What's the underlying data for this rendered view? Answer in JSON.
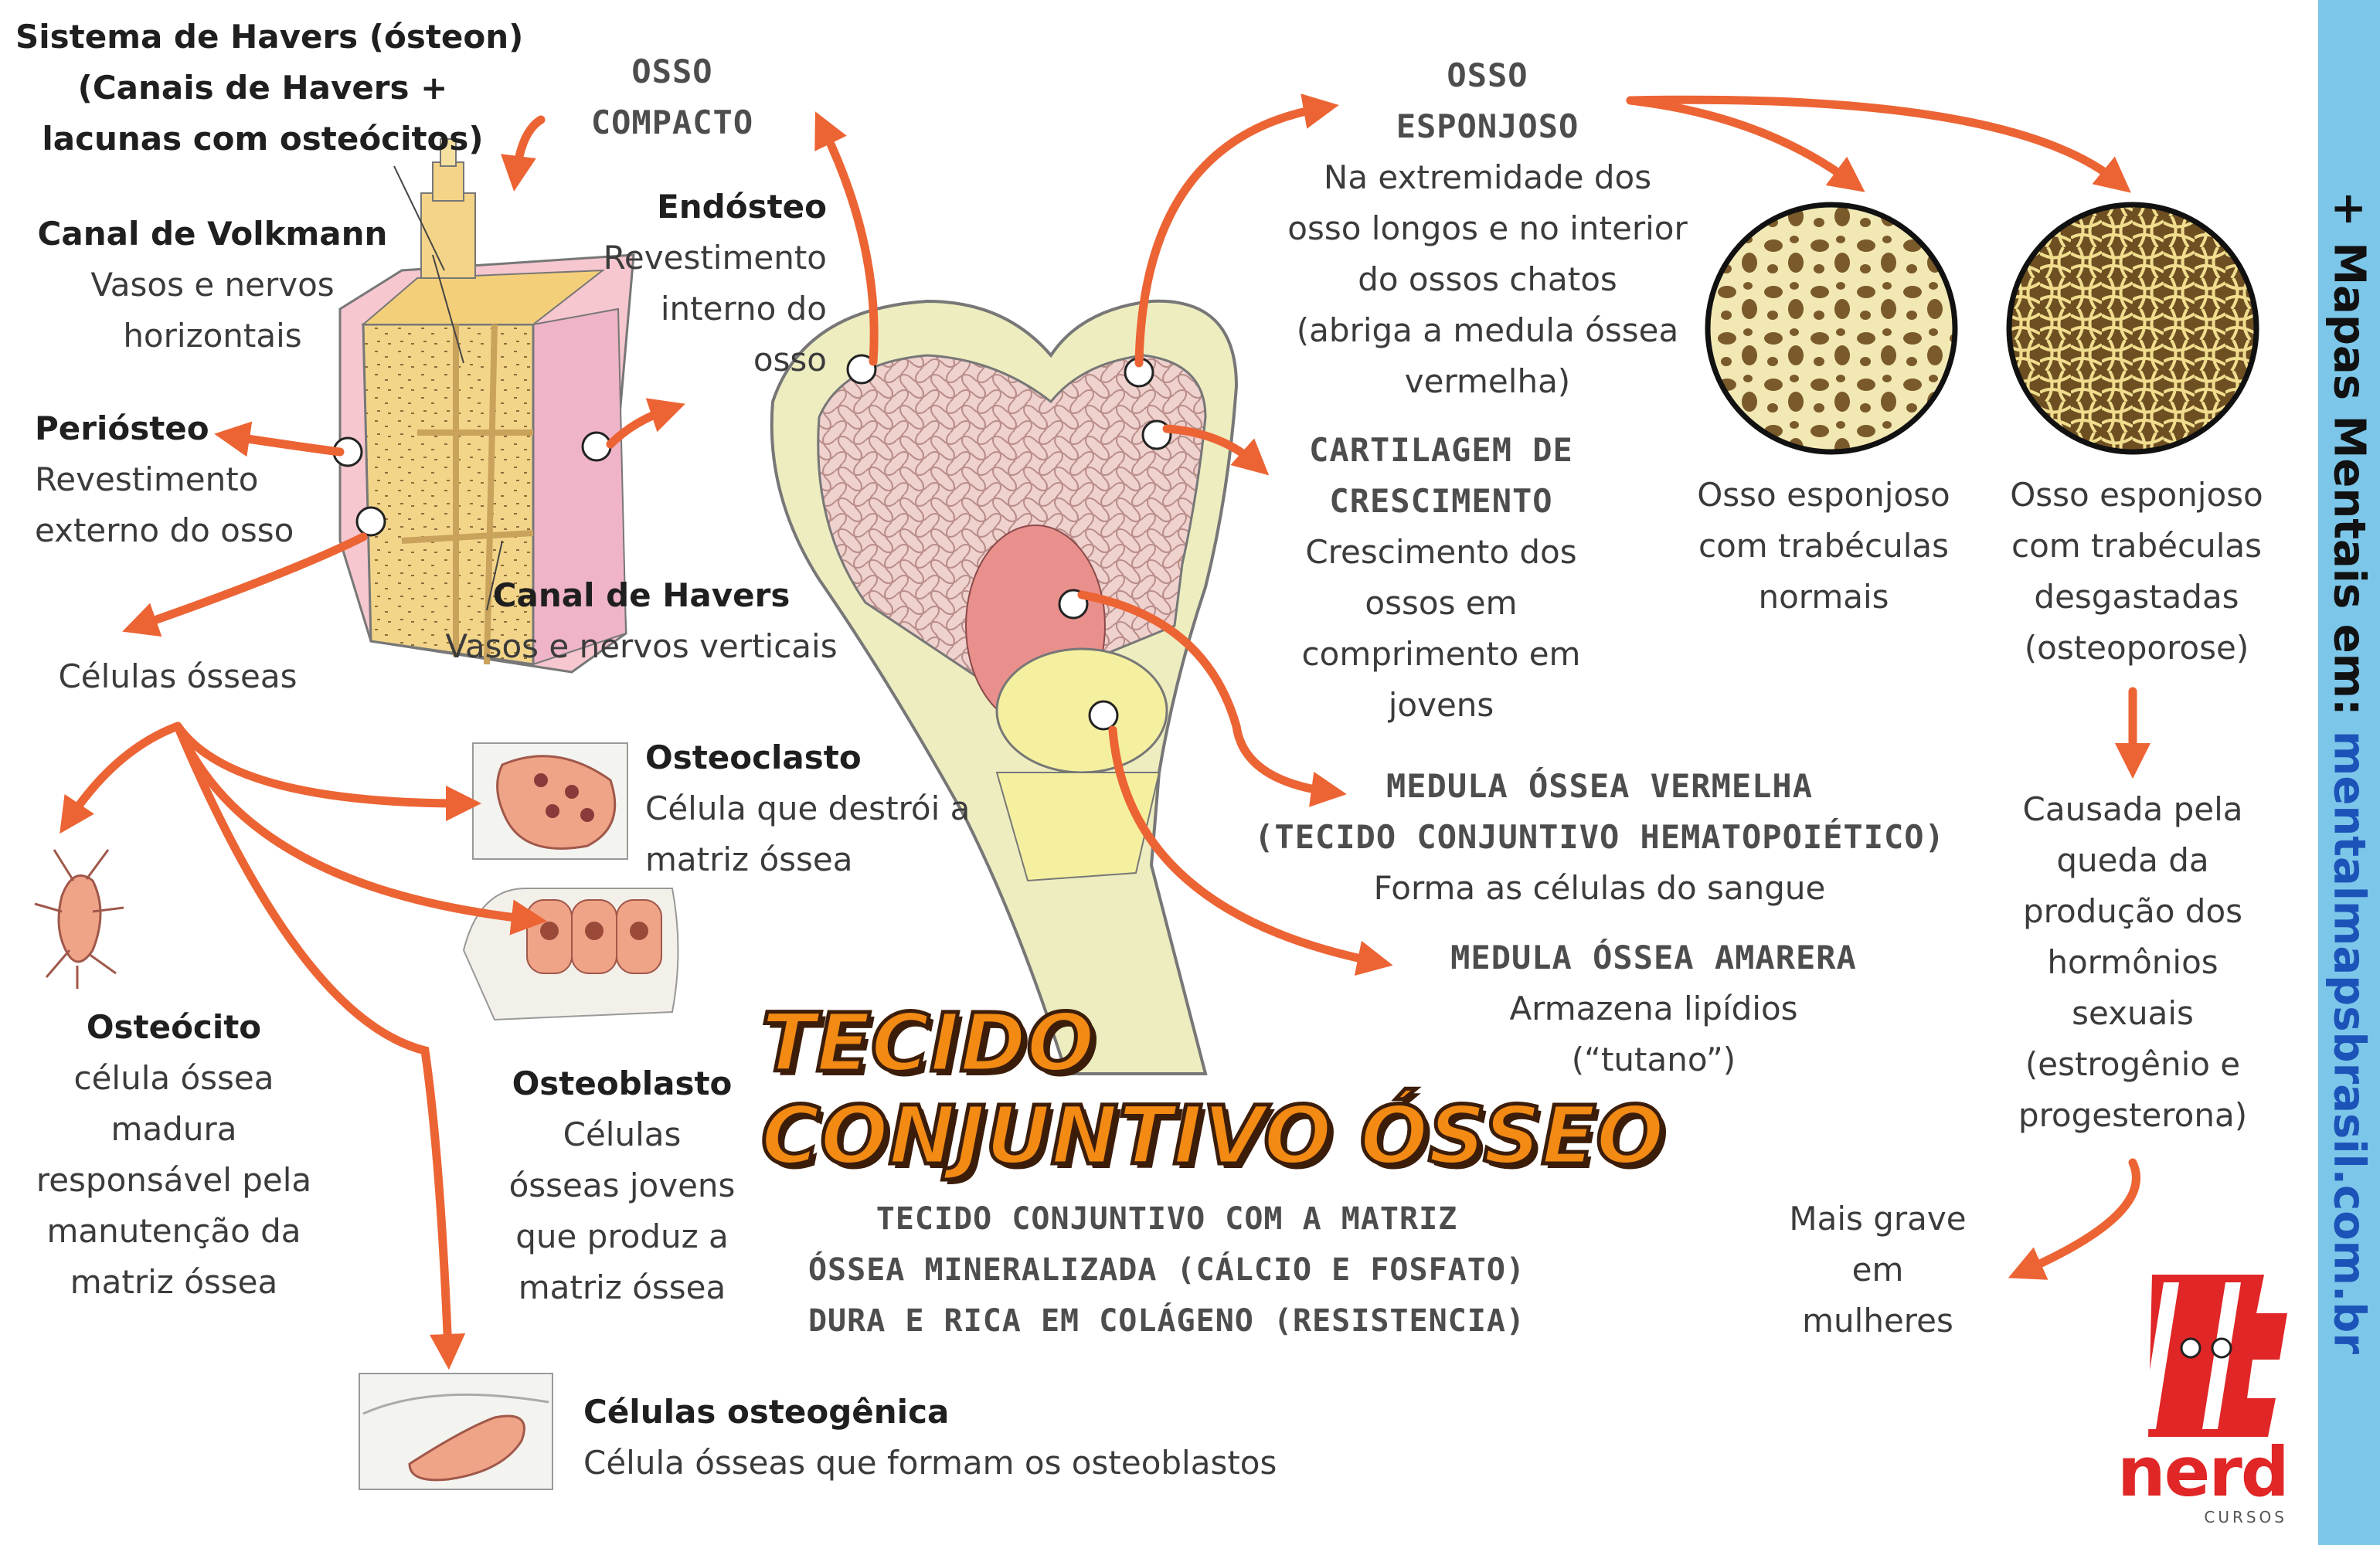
{
  "sidebar": {
    "prefix": "+ Mapas Mentais em: ",
    "url": "mentalmapsbrasil.com.br"
  },
  "title": {
    "line1": "TECIDO",
    "line2": "CONJUNTIVO ÓSSEO"
  },
  "subtitle": [
    "TECIDO CONJUNTIVO COM A MATRIZ",
    "ÓSSEA MINERALIZADA (CÁLCIO E FOSFATO)",
    "DURA E RICA EM COLÁGENO (RESISTENCIA)"
  ],
  "havers_system": [
    "Sistema de Havers (ósteon)",
    "(Canais de Havers +",
    "lacunas com osteócitos)"
  ],
  "osso_compacto": [
    "OSSO",
    "COMPACTO"
  ],
  "volkmann": {
    "title": "Canal de Volkmann",
    "desc": [
      "Vasos e nervos",
      "horizontais"
    ]
  },
  "endosteo": {
    "title": "Endósteo",
    "desc": [
      "Revestimento",
      "interno do",
      "osso"
    ]
  },
  "periosteo": {
    "title": "Periósteo",
    "desc": [
      "Revestimento",
      "externo do osso"
    ]
  },
  "havers_canal": {
    "title": "Canal de Havers",
    "desc": "Vasos e nervos verticais"
  },
  "celulas_osseas": "Células ósseas",
  "osteoclasto": {
    "title": "Osteoclasto",
    "desc": [
      "Célula que destrói a",
      "matriz óssea"
    ]
  },
  "osteocito": {
    "title": "Osteócito",
    "desc": [
      "célula óssea",
      "madura",
      "responsável pela",
      "manutenção da",
      "matriz óssea"
    ]
  },
  "osteoblasto": {
    "title": "Osteoblasto",
    "desc": [
      "Células",
      "ósseas jovens",
      "que produz a",
      "matriz óssea"
    ]
  },
  "osteogenica": {
    "title": "Células osteogênica",
    "desc": "Célula ósseas que formam os osteoblastos"
  },
  "osso_esponjoso": {
    "title": [
      "OSSO",
      "ESPONJOSO"
    ],
    "desc": [
      "Na extremidade dos",
      "osso longos e no interior",
      "do ossos chatos",
      "(abriga a medula óssea",
      "vermelha)"
    ]
  },
  "cartilagem": {
    "title": [
      "CARTILAGEM DE",
      "CRESCIMENTO"
    ],
    "desc": [
      "Crescimento dos",
      "ossos em",
      "comprimento  em",
      "jovens"
    ]
  },
  "medula_vermelha": {
    "title": [
      "MEDULA ÓSSEA VERMELHA",
      "(TECIDO CONJUNTIVO HEMATOPOIÉTICO)"
    ],
    "desc": "Forma as células do sangue"
  },
  "medula_amarela": {
    "title": "MEDULA ÓSSEA AMARERA",
    "desc": [
      "Armazena lipídios",
      "(“tutano”)"
    ]
  },
  "esponjoso_normal": [
    "Osso esponjoso",
    "com trabéculas",
    "normais"
  ],
  "esponjoso_desgastado": [
    "Osso esponjoso",
    "com trabéculas",
    "desgastadas",
    "(osteoporose)"
  ],
  "osteoporose_causa": [
    "Causada pela",
    "queda da",
    "produção dos",
    "hormônios",
    "sexuais",
    "(estrogênio e",
    "progesterona)"
  ],
  "mais_grave": [
    "Mais grave",
    "em",
    "mulheres"
  ],
  "logo": {
    "word": "nerd",
    "sub": "CURSOS"
  },
  "colors": {
    "arrow": "#ec6434",
    "cell": "#f3a98a",
    "bone": "#f1e6a3",
    "marrow": "#ecc7c4",
    "accent": "#7cc6e9",
    "title_orange": "#f28a14"
  }
}
